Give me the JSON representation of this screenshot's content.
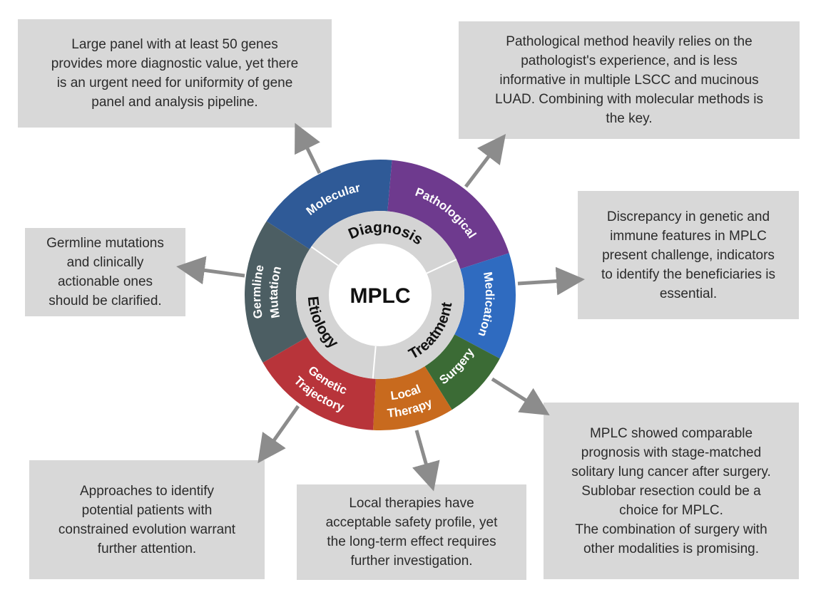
{
  "center": {
    "label": "MPLC"
  },
  "categories": [
    {
      "id": "diagnosis",
      "label": "Diagnosis"
    },
    {
      "id": "treatment",
      "label": "Treatment"
    },
    {
      "id": "etiology",
      "label": "Etiology"
    }
  ],
  "segments": [
    {
      "id": "molecular",
      "lines": [
        "Molecular"
      ],
      "category": "diagnosis",
      "color": "#2f5a97"
    },
    {
      "id": "pathological",
      "lines": [
        "Pathological"
      ],
      "category": "diagnosis",
      "color": "#6e3a8e"
    },
    {
      "id": "medication",
      "lines": [
        "Medication"
      ],
      "category": "treatment",
      "color": "#2f6bc0"
    },
    {
      "id": "surgery",
      "lines": [
        "Surgery"
      ],
      "category": "treatment",
      "color": "#3b6b35"
    },
    {
      "id": "local-therapy",
      "lines": [
        "Local",
        "Therapy"
      ],
      "category": "treatment",
      "color": "#c86a1e"
    },
    {
      "id": "genetic-trajectory",
      "lines": [
        "Genetic",
        "Trajectory"
      ],
      "category": "etiology",
      "color": "#b8343a"
    },
    {
      "id": "germline-mutation",
      "lines": [
        "Germline",
        "Mutation"
      ],
      "category": "etiology",
      "color": "#4c5e63"
    }
  ],
  "notes": {
    "molecular": "Large panel with at least 50 genes\nprovides more diagnostic value, yet there\nis an urgent need for uniformity of gene\npanel and analysis pipeline.",
    "pathological": "Pathological method heavily relies on the\npathologist's experience, and is less\ninformative in multiple LSCC and mucinous\nLUAD. Combining with molecular methods is\nthe key.",
    "medication": "Discrepancy in genetic and\nimmune features in MPLC\npresent challenge, indicators\nto identify the beneficiaries is\nessential.",
    "germline": "Germline mutations\nand clinically\nactionable ones\nshould be clarified.",
    "genetic": "Approaches to identify\npotential patients with\nconstrained evolution warrant\nfurther attention.",
    "local": "Local therapies have\nacceptable safety profile, yet\nthe long-term effect requires\nfurther investigation.",
    "surgery": "MPLC showed comparable\nprognosis with stage-matched\nsolitary lung cancer after surgery.\nSublobar resection could be a\nchoice for MPLC.\nThe combination of surgery with\nother modalities is promising."
  },
  "colors": {
    "box_fill": "#d8d8d8",
    "core_ring": "#d4d4d4",
    "arrow": "#8c8c8c"
  }
}
